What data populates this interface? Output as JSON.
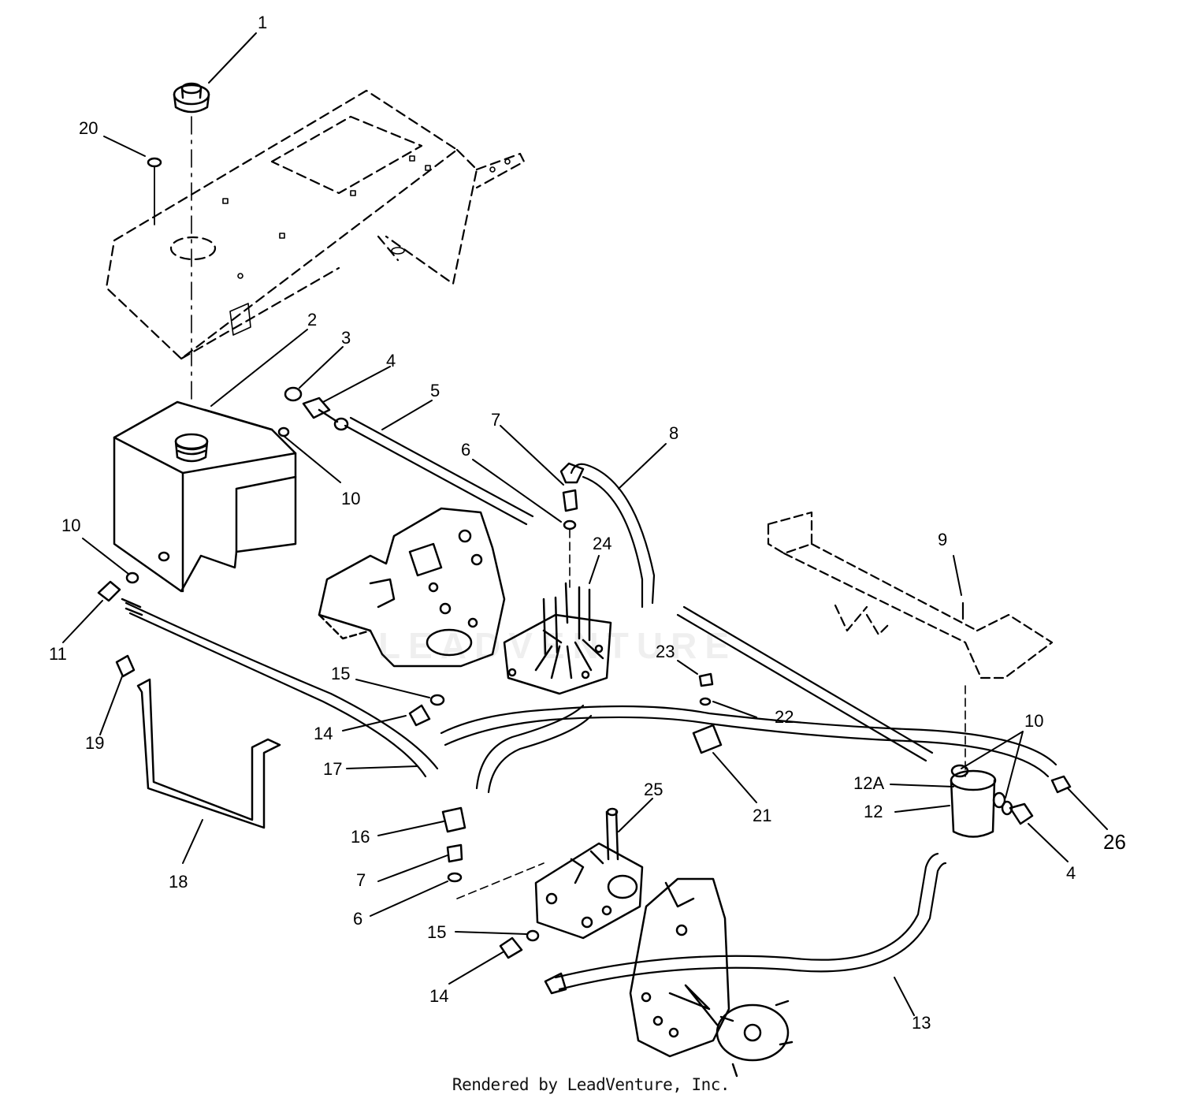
{
  "diagram": {
    "watermark": "LEADVENTURE",
    "footer": "Rendered by LeadVenture, Inc.",
    "callouts": [
      {
        "id": "c1",
        "text": "1"
      },
      {
        "id": "c20",
        "text": "20"
      },
      {
        "id": "c2",
        "text": "2"
      },
      {
        "id": "c3",
        "text": "3"
      },
      {
        "id": "c4a",
        "text": "4"
      },
      {
        "id": "c5",
        "text": "5"
      },
      {
        "id": "c10a",
        "text": "10"
      },
      {
        "id": "c7a",
        "text": "7"
      },
      {
        "id": "c6a",
        "text": "6"
      },
      {
        "id": "c8",
        "text": "8"
      },
      {
        "id": "c24",
        "text": "24"
      },
      {
        "id": "c10b",
        "text": "10"
      },
      {
        "id": "c11",
        "text": "11"
      },
      {
        "id": "c9",
        "text": "9"
      },
      {
        "id": "c23",
        "text": "23"
      },
      {
        "id": "c22",
        "text": "22"
      },
      {
        "id": "c15a",
        "text": "15"
      },
      {
        "id": "c14a",
        "text": "14"
      },
      {
        "id": "c19",
        "text": "19"
      },
      {
        "id": "c17",
        "text": "17"
      },
      {
        "id": "c21",
        "text": "21"
      },
      {
        "id": "c10c",
        "text": "10"
      },
      {
        "id": "c12A",
        "text": "12A"
      },
      {
        "id": "c12",
        "text": "12"
      },
      {
        "id": "c26",
        "text": "26"
      },
      {
        "id": "c25",
        "text": "25"
      },
      {
        "id": "c16",
        "text": "16"
      },
      {
        "id": "c7b",
        "text": "7"
      },
      {
        "id": "c6b",
        "text": "6"
      },
      {
        "id": "c18",
        "text": "18"
      },
      {
        "id": "c4b",
        "text": "4"
      },
      {
        "id": "c15b",
        "text": "15"
      },
      {
        "id": "c14b",
        "text": "14"
      },
      {
        "id": "c13",
        "text": "13"
      }
    ]
  }
}
